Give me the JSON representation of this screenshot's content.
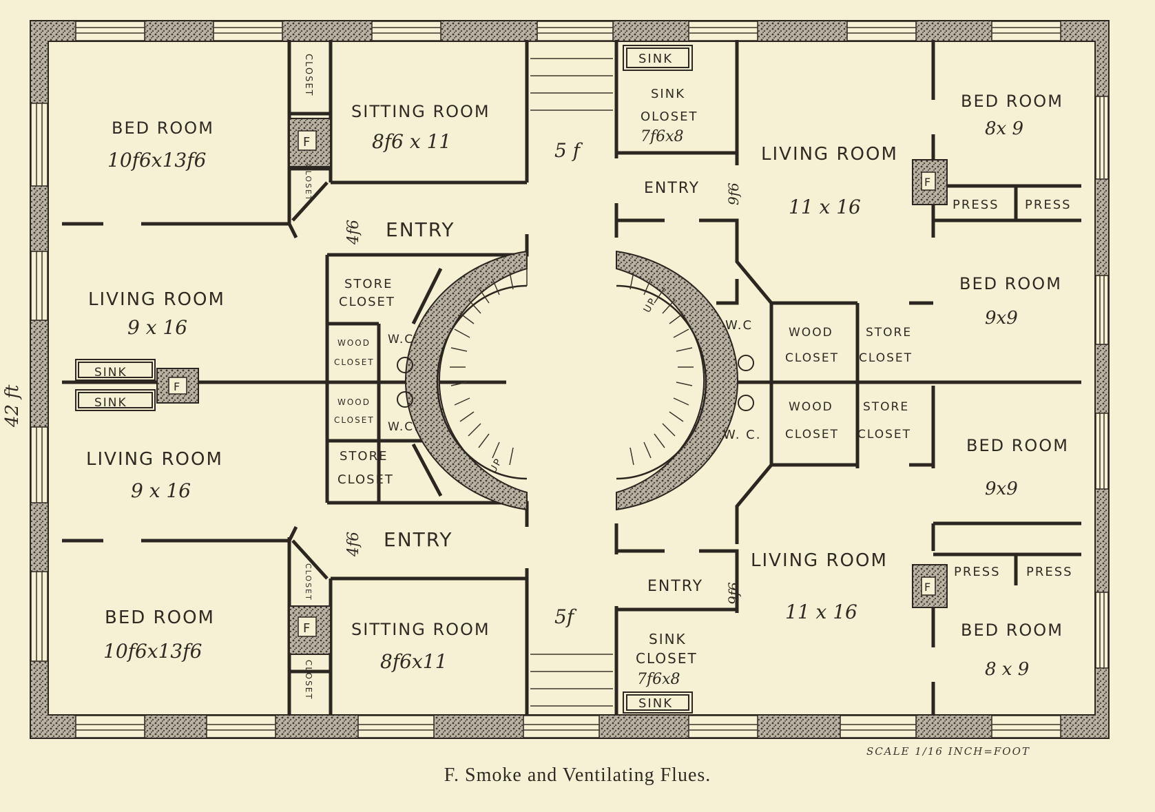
{
  "plan": {
    "rooms": {
      "bed_tl": {
        "name": "BED ROOM",
        "dim": "10f6x13f6"
      },
      "sit_tl": {
        "name": "SITTING ROOM",
        "dim": "8f6 x 11"
      },
      "closet_tl1": "CLOSET",
      "closet_tl2": "CLOSET",
      "entry_tl": {
        "name": "ENTRY",
        "dim": "4f6"
      },
      "store_tl": [
        "STORE",
        "CLOSET"
      ],
      "wood_tl": [
        "WOOD",
        "CLOSET"
      ],
      "wc_tl": "W.C.",
      "wood_bl": [
        "WOOD",
        "CLOSET"
      ],
      "wc_bl": "W.C.",
      "store_bl": [
        "STORE",
        "CLOSET"
      ],
      "living_l1": {
        "name": "LIVING ROOM",
        "dim": "9 x 16"
      },
      "living_l2": {
        "name": "LIVING ROOM",
        "dim": "9 x 16"
      },
      "sink_l1": "SINK",
      "sink_l2": "SINK",
      "entry_bl": {
        "name": "ENTRY",
        "dim": "4f6"
      },
      "bed_bl": {
        "name": "BED ROOM",
        "dim": "10f6x13f6"
      },
      "sit_bl": {
        "name": "SITTING ROOM",
        "dim": "8f6x11"
      },
      "closet_bl1": "CLOSET",
      "closet_bl2": "CLOSET",
      "hall_top": "5 f",
      "hall_bottom": "5f",
      "sink_tr": "SINK",
      "sink_closet_tr": {
        "name": [
          "SINK",
          "OLOSET"
        ],
        "dim": "7f6x8"
      },
      "entry_tr": {
        "name": "ENTRY",
        "dim": "9f6"
      },
      "living_tr": {
        "name": "LIVING ROOM",
        "dim": "11 x 16"
      },
      "bed_tr1": {
        "name": "BED ROOM",
        "dim": "8x 9"
      },
      "press_tr1": "PRESS",
      "press_tr2": "PRESS",
      "bed_tr2": {
        "name": "BED ROOM",
        "dim": "9x9"
      },
      "wc_tr": "W.C",
      "wood_tr": [
        "WOOD",
        "CLOSET"
      ],
      "store_tr": [
        "STORE",
        "CLOSET"
      ],
      "wood_br": [
        "WOOD",
        "CLOSET"
      ],
      "store_br": [
        "STORE",
        "CLOSET"
      ],
      "wc_br": "W. C.",
      "bed_br1": {
        "name": "BED ROOM",
        "dim": "9x9"
      },
      "entry_br": {
        "name": "ENTRY",
        "dim": "9f6"
      },
      "living_br": {
        "name": "LIVING ROOM",
        "dim": "11 x 16"
      },
      "press_br1": "PRESS",
      "press_br2": "PRESS",
      "bed_br2": {
        "name": "BED ROOM",
        "dim": "8 x 9"
      },
      "sink_closet_br": {
        "name": [
          "SINK",
          "CLOSET"
        ],
        "dim": "7f6x8"
      },
      "sink_br": "SINK"
    },
    "flue_mark": "F",
    "up_label": "UP",
    "width_label": "42 ft"
  },
  "scale_note": "SCALE 1/16 INCH=FOOT",
  "caption": "F.  Smoke and Ventilating Flues.",
  "colors": {
    "paper": "#f6f1d4",
    "ink": "#2b261f",
    "wall_fill": "#8a8478"
  }
}
